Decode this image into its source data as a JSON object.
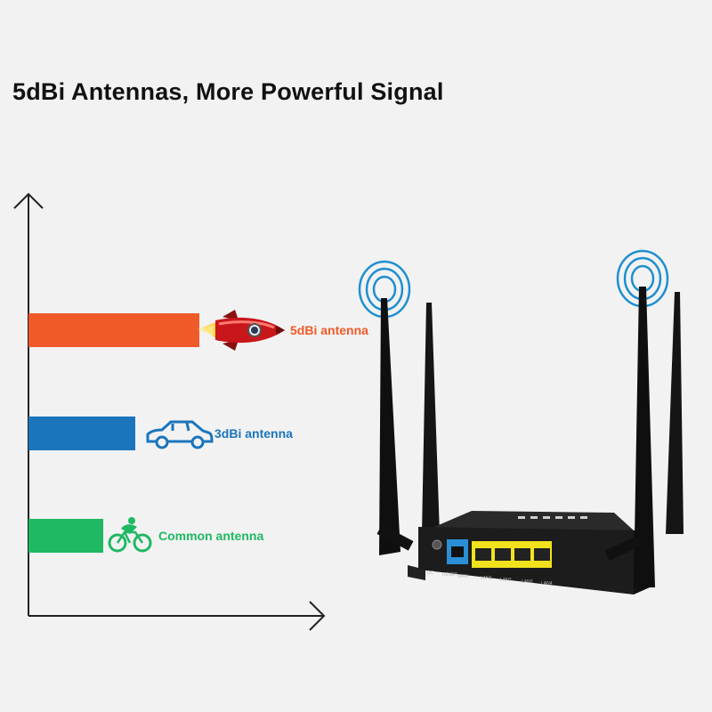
{
  "title": "5dBi Antennas, More Powerful Signal",
  "colors": {
    "background": "#f2f2f2",
    "axis": "#222222",
    "orange": "#f05a28",
    "blue": "#1b75bc",
    "green": "#1fb863",
    "router_body": "#1c1c1c",
    "lan_port": "#f2e21e",
    "wan_port": "#2a8fd6"
  },
  "icons": [
    "rocket-icon",
    "car-icon",
    "cyclist-icon",
    "signal-waves-icon"
  ],
  "chart_data": {
    "type": "bar",
    "orientation": "horizontal",
    "title": "5dBi Antennas, More Powerful Signal",
    "xlabel": "",
    "ylabel": "",
    "xlim": [
      0,
      1
    ],
    "grid": false,
    "axis_tick_labels": false,
    "categories": [
      "5dBi antenna",
      "3dBi antenna",
      "Common antenna"
    ],
    "values": [
      0.8,
      0.5,
      0.35
    ],
    "value_note_unitless": true,
    "bar_colors": [
      "#f05a28",
      "#1b75bc",
      "#1fb863"
    ],
    "bar_icons": [
      "rocket-icon",
      "car-icon",
      "cyclist-icon"
    ]
  },
  "router": {
    "ports": [
      "DC",
      "RESET",
      "WAN",
      "LAN1",
      "LAN2",
      "LAN3",
      "LAN4"
    ]
  }
}
